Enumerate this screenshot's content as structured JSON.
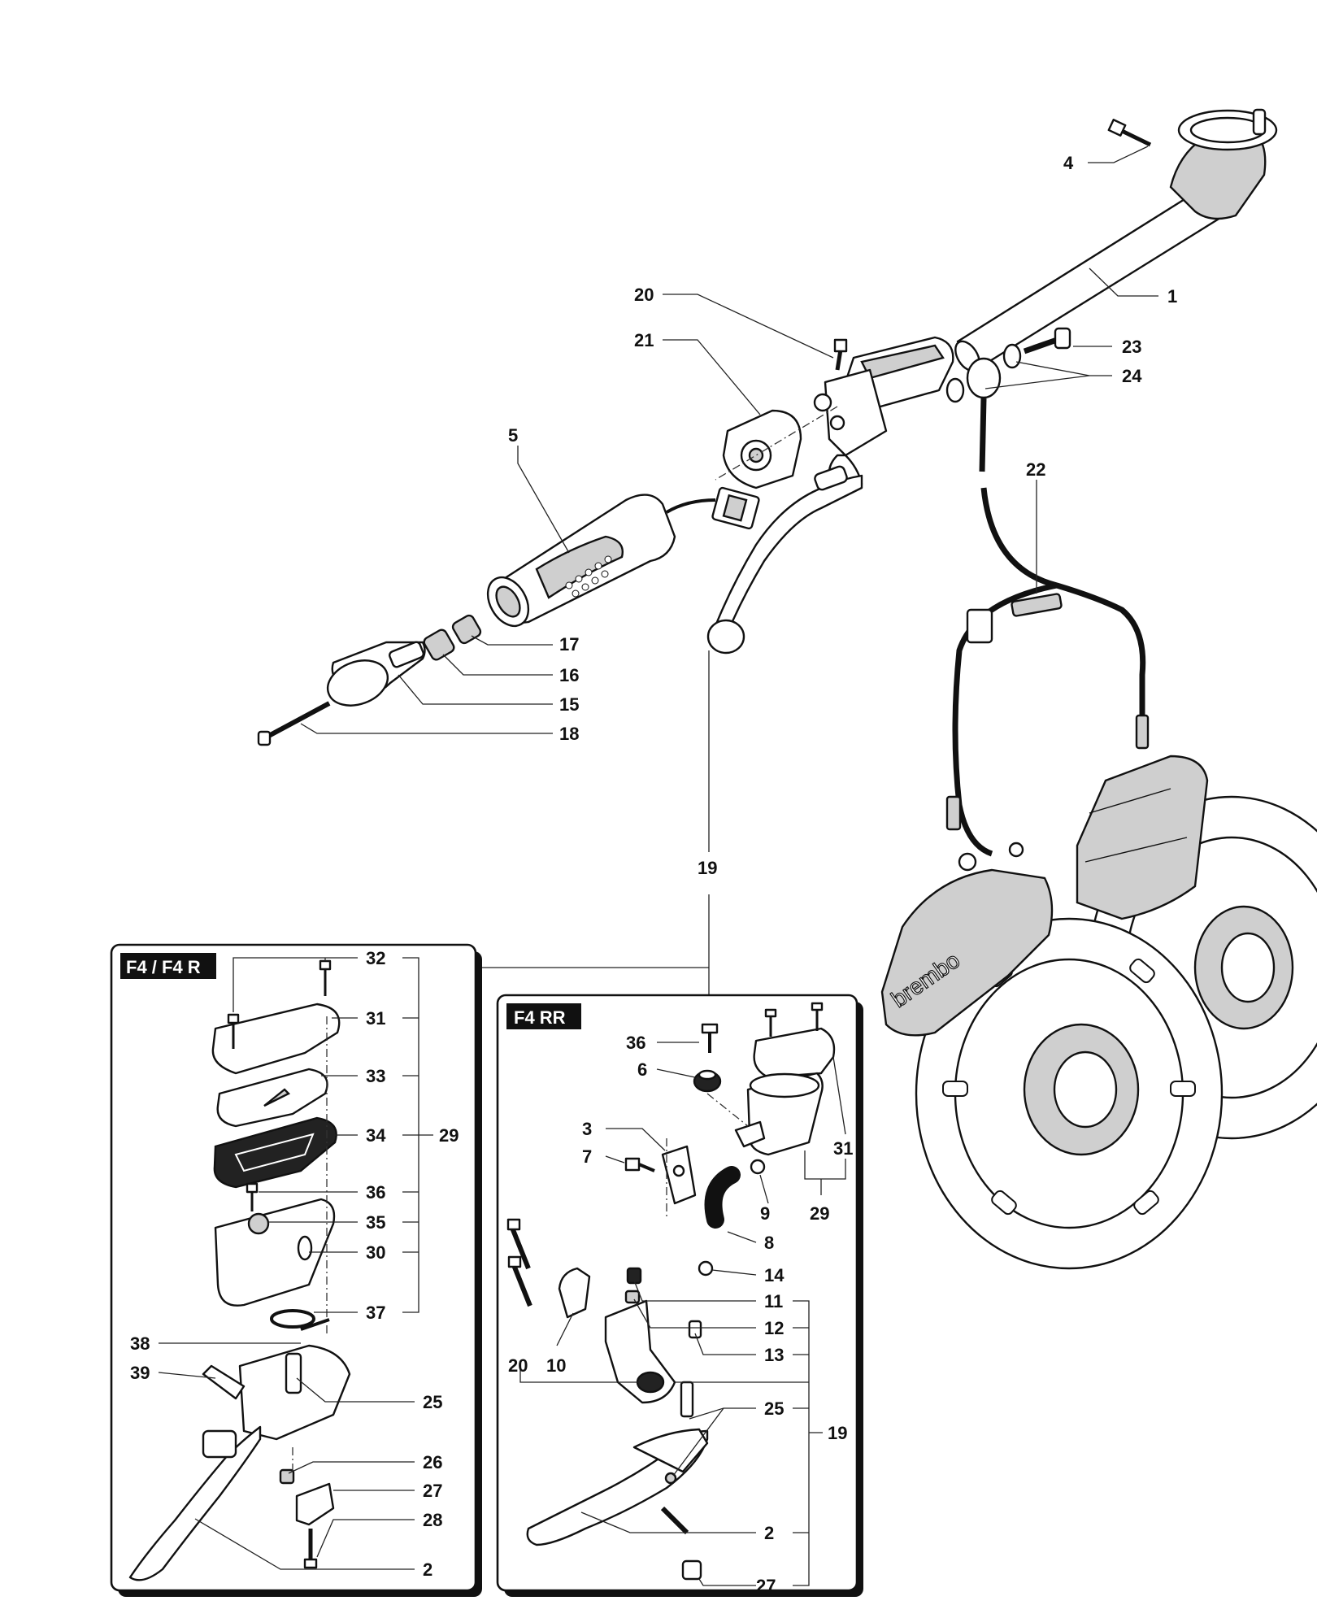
{
  "panels": {
    "left_tag": "F4 / F4 R",
    "right_tag": "F4 RR"
  },
  "caliper_brand": "brembo",
  "callouts": {
    "c4": "4",
    "c1": "1",
    "c20": "20",
    "c21": "21",
    "c23": "23",
    "c24": "24",
    "c5": "5",
    "c22": "22",
    "c17": "17",
    "c16": "16",
    "c15": "15",
    "c18": "18",
    "c19": "19",
    "l32": "32",
    "l31": "31",
    "l33": "33",
    "l34": "34",
    "l29": "29",
    "l36": "36",
    "l35": "35",
    "l30": "30",
    "l37": "37",
    "l38": "38",
    "l39": "39",
    "l25": "25",
    "l26": "26",
    "l27": "27",
    "l28": "28",
    "l2": "2",
    "r36": "36",
    "r6": "6",
    "r3": "3",
    "r7": "7",
    "r31": "31",
    "r9": "9",
    "r29": "29",
    "r8": "8",
    "r14": "14",
    "r11": "11",
    "r12": "12",
    "r13": "13",
    "r20": "20",
    "r10": "10",
    "r25": "25",
    "r19": "19",
    "r2": "2",
    "r27": "27"
  }
}
